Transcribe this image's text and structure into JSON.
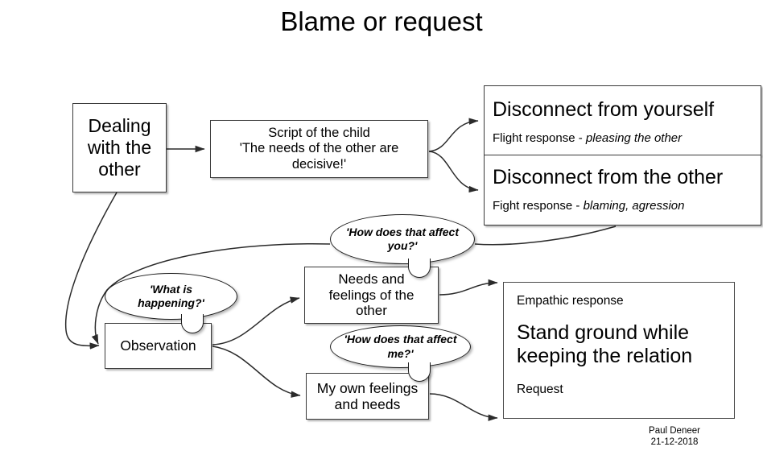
{
  "title": "Blame or request",
  "nodes": {
    "dealing": {
      "line1": "Dealing",
      "line2": "with the",
      "line3": "other"
    },
    "script": {
      "line1": "Script of the child",
      "line2": "'The needs of the other are",
      "line3": "decisive!'"
    },
    "disconnect_self": {
      "title": "Disconnect from yourself",
      "sub_prefix": "Flight response - ",
      "sub_emphasis": "pleasing the other"
    },
    "disconnect_other": {
      "title": "Disconnect from the other",
      "sub_prefix": "Fight response - ",
      "sub_emphasis": "blaming, agression"
    },
    "observation": {
      "label": "Observation"
    },
    "needs_other": {
      "line1": "Needs and",
      "line2": "feelings of the",
      "line3": "other"
    },
    "own_feelings": {
      "line1": "My own feelings",
      "line2": "and needs"
    },
    "empathic": {
      "top_label": "Empathic response",
      "headline_line1": "Stand ground while",
      "headline_line2": "keeping the relation",
      "bottom_label": "Request"
    }
  },
  "bubbles": {
    "affect_you": {
      "line1": "'How does that",
      "line2": "affect you?'"
    },
    "what_happening": {
      "line1": "'What is",
      "line2": "happening?'"
    },
    "affect_me": {
      "line1": "'How does that",
      "line2": "affect me?'"
    }
  },
  "footer": {
    "author": "Paul Deneer",
    "date": "21-12-2018"
  },
  "colors": {
    "background": "#ffffff",
    "text": "#000000",
    "box_border": "#3a3a3a",
    "bubble_border": "#1d1d1d",
    "connector": "#2b2b2b"
  }
}
